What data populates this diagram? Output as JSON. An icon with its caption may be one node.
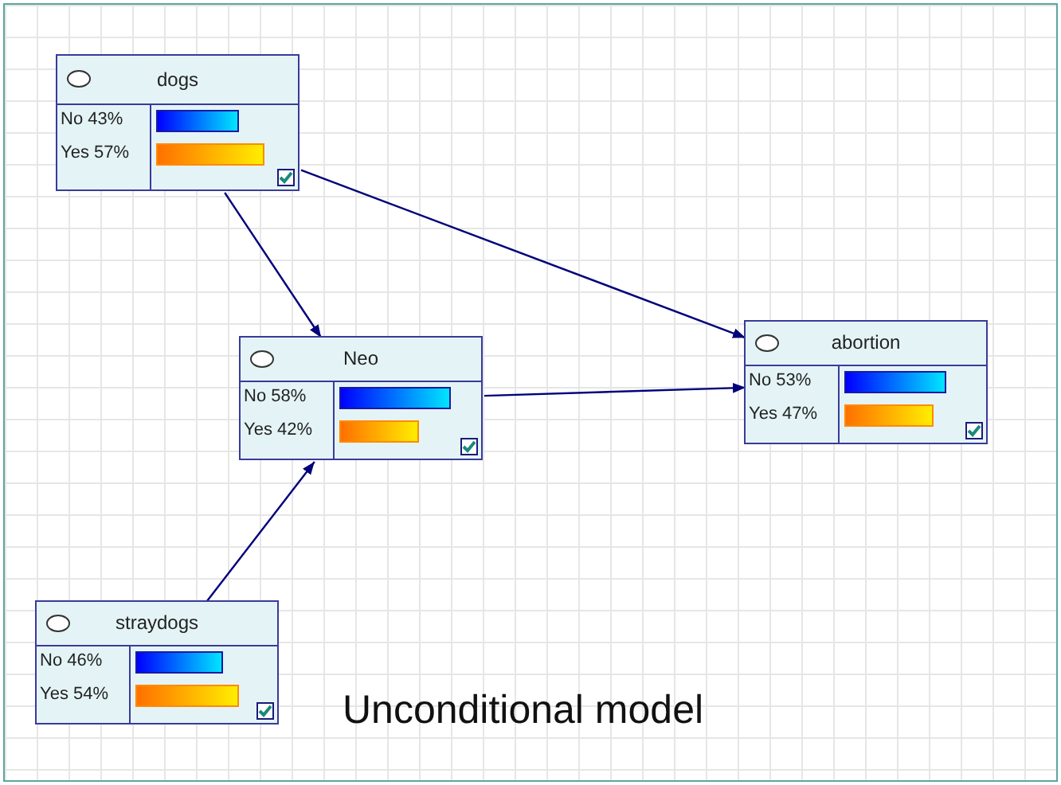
{
  "diagram": {
    "nodes": [
      {
        "text": [
          "dogs",
          "No 43%",
          "Yes 57%"
        ]
      },
      {
        "text": [
          "Neo",
          "No 58%",
          "Yes 42%"
        ]
      },
      {
        "text": [
          "abortion",
          "No 53%",
          "Yes 47%"
        ]
      },
      {
        "text": [
          "straydogs",
          "No 46%",
          "Yes 54%"
        ]
      }
    ],
    "edges": [
      {
        "from": 0,
        "to": 1,
        "arrow": "to"
      },
      {
        "from": 0,
        "to": 2,
        "arrow": "to"
      },
      {
        "from": 1,
        "to": 2,
        "arrow": "to"
      },
      {
        "from": 3,
        "to": 1,
        "arrow": "to"
      }
    ],
    "labels": [
      "Unconditional model"
    ]
  }
}
